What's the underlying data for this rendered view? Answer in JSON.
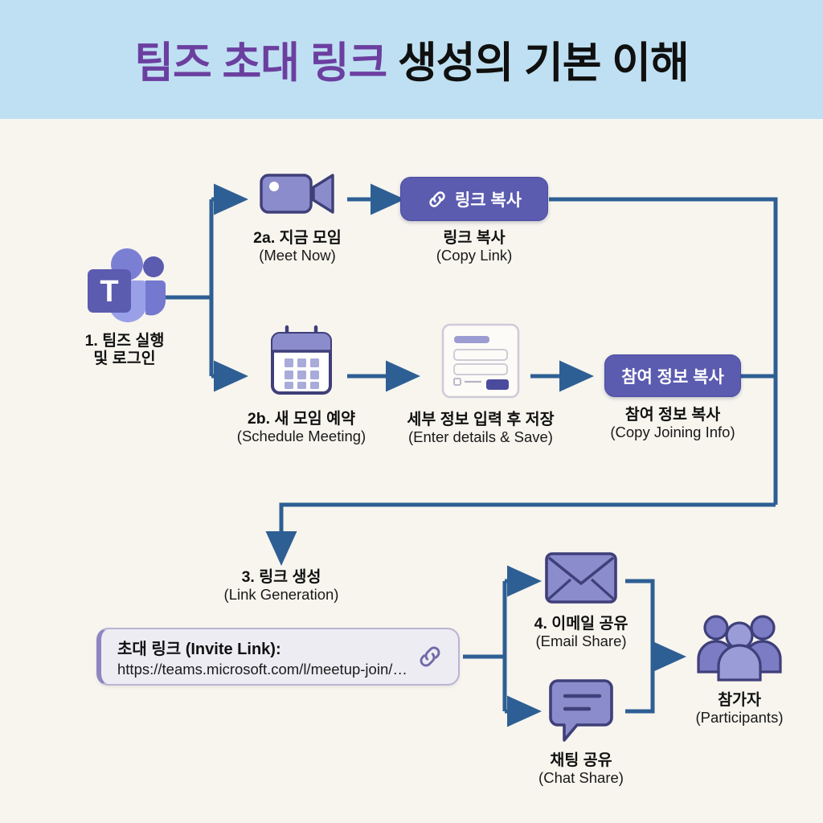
{
  "title": {
    "highlight": "팀즈 초대 링크",
    "rest": " 생성의 기본 이해"
  },
  "colors": {
    "banner": "#bfe0f2",
    "background": "#f7f5ee",
    "title_accent": "#6b3fa0",
    "arrow": "#2e5f94",
    "button": "#5b5bb0",
    "icon_purple": "#8b8ccb",
    "icon_outline": "#3f3f7a"
  },
  "nodes": {
    "teams": {
      "icon": "teams-logo-icon",
      "ko": "1. 팀즈 실행",
      "ko2": "및 로그인",
      "en": ""
    },
    "meet_now": {
      "icon": "video-camera-icon",
      "ko": "2a. 지금 모임",
      "en": "(Meet Now)"
    },
    "copy_link": {
      "icon": "link-chain-icon",
      "button_label": "링크 복사",
      "ko": "링크 복사",
      "en": "(Copy Link)"
    },
    "schedule": {
      "icon": "calendar-icon",
      "ko": "2b. 새 모임 예약",
      "en": "(Schedule Meeting)"
    },
    "details": {
      "icon": "form-card-icon",
      "ko": "세부 정보 입력 후 저장",
      "en": "(Enter details & Save)"
    },
    "copy_join": {
      "button_label": "참여 정보 복사",
      "ko": "참여 정보 복사",
      "en": "(Copy Joining Info)"
    },
    "link_gen": {
      "ko": "3. 링크 생성",
      "en": "(Link Generation)"
    },
    "email": {
      "icon": "envelope-icon",
      "ko": "4. 이메일 공유",
      "en": "(Email Share)"
    },
    "chat": {
      "icon": "chat-bubble-icon",
      "ko": "채팅 공유",
      "en": "(Chat Share)"
    },
    "participants": {
      "icon": "people-group-icon",
      "ko": "참가자",
      "en": "(Participants)"
    }
  },
  "invite_card": {
    "label": "초대 링크 (Invite Link):",
    "url": "https://teams.microsoft.com/l/meetup-join/…",
    "icon": "link-chain-icon"
  }
}
